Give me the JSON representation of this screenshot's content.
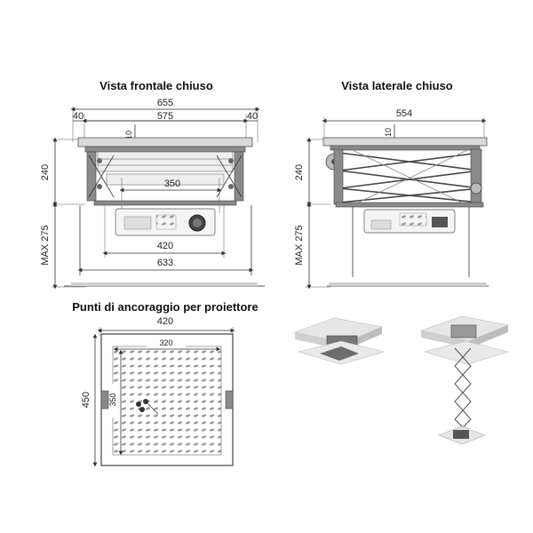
{
  "titles": {
    "front": "Vista frontale chiuso",
    "side": "Vista laterale chiuso",
    "anchor": "Punti di ancoraggio per proiettore"
  },
  "front": {
    "overall_width": "655",
    "side_margin_left": "40",
    "inner_width": "575",
    "side_margin_right": "40",
    "top_gap": "10",
    "height": "240",
    "max_drop": "MAX 275",
    "mid_width": "350",
    "projector_width": "420",
    "bottom_width": "633"
  },
  "side": {
    "overall_depth": "554",
    "top_gap": "10",
    "height": "240",
    "max_drop": "MAX 275"
  },
  "anchor": {
    "outer_width": "420",
    "outer_height": "450",
    "inner_width": "320",
    "inner_height": "350"
  }
}
